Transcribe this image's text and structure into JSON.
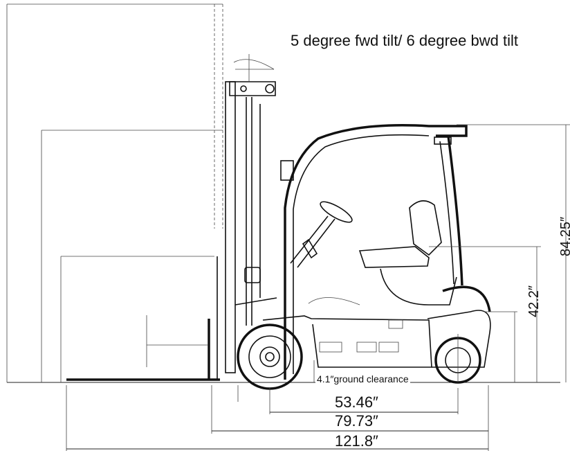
{
  "diagram": {
    "title": "5 degree fwd tilt/ 6 degree bwd tilt",
    "dimensions": {
      "wheelbase": "53.46″",
      "length_to_fork_face": "79.73″",
      "overall_length": "121.8″",
      "ground_clearance": "4.1″ground clearance",
      "seat_height": "42.2″",
      "overhead_guard_height": "84.25″"
    }
  }
}
